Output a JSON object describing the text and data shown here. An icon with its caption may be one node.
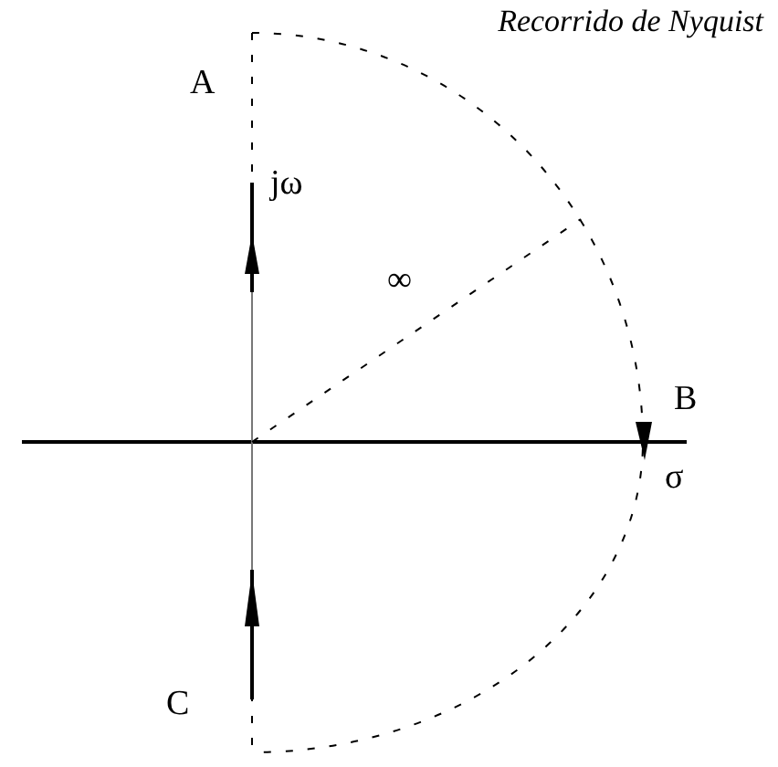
{
  "diagram": {
    "title": "Recorrido de Nyquist",
    "labels": [
      "A",
      "jω",
      "∞",
      "B",
      "σ",
      "C"
    ]
  }
}
